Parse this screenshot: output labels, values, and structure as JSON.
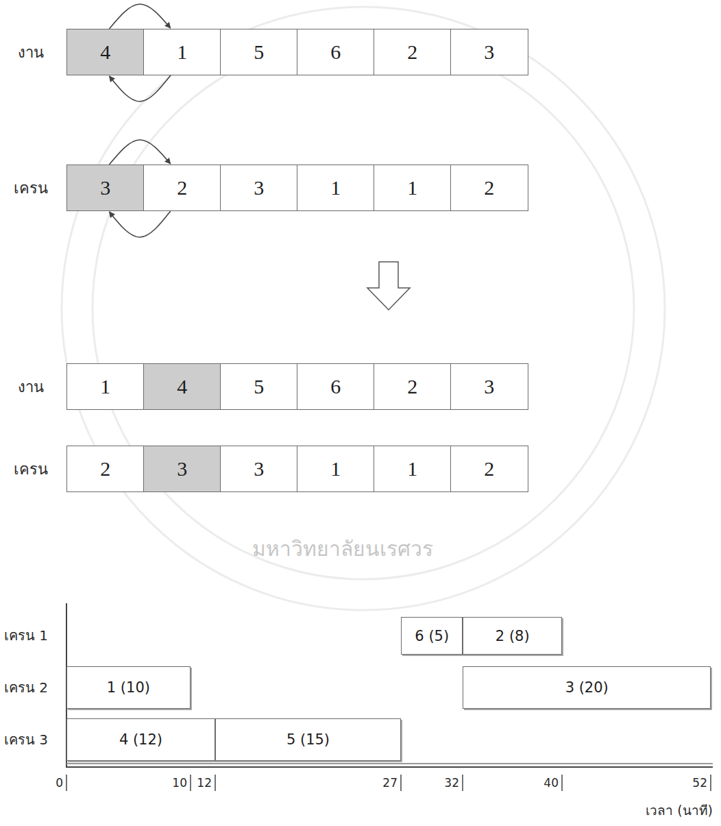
{
  "diagram": {
    "nodes": [
      {
        "text": [
          "4"
        ]
      },
      {
        "text": [
          "1"
        ]
      },
      {
        "text": [
          "5"
        ]
      },
      {
        "text": [
          "6"
        ]
      },
      {
        "text": [
          "2"
        ]
      },
      {
        "text": [
          "3"
        ]
      },
      {
        "text": [
          "3"
        ]
      },
      {
        "text": [
          "2"
        ]
      },
      {
        "text": [
          "3"
        ]
      },
      {
        "text": [
          "1"
        ]
      },
      {
        "text": [
          "1"
        ]
      },
      {
        "text": [
          "2"
        ]
      },
      {
        "text": [
          "1"
        ]
      },
      {
        "text": [
          "4"
        ]
      },
      {
        "text": [
          "5"
        ]
      },
      {
        "text": [
          "6"
        ]
      },
      {
        "text": [
          "2"
        ]
      },
      {
        "text": [
          "3"
        ]
      },
      {
        "text": [
          "2"
        ]
      },
      {
        "text": [
          "3"
        ]
      },
      {
        "text": [
          "3"
        ]
      },
      {
        "text": [
          "1"
        ]
      },
      {
        "text": [
          "1"
        ]
      },
      {
        "text": [
          "2"
        ]
      },
      {
        "text": [
          "6 (5)"
        ]
      },
      {
        "text": [
          "2 (8)"
        ]
      },
      {
        "text": [
          "1 (10)"
        ]
      },
      {
        "text": [
          "3 (20)"
        ]
      },
      {
        "text": [
          "4 (12)"
        ]
      },
      {
        "text": [
          "5 (15)"
        ]
      }
    ],
    "edges": [
      {
        "from": 0,
        "to": 1,
        "arrow": "to"
      },
      {
        "from": 1,
        "to": 0,
        "arrow": "to"
      },
      {
        "from": 6,
        "to": 7,
        "arrow": "to"
      },
      {
        "from": 7,
        "to": 6,
        "arrow": "to"
      }
    ],
    "labels": [
      "งาน",
      "เครน",
      "งาน",
      "เครน",
      "เครน 1",
      "เครน 2",
      "เครน 3",
      "0",
      "10",
      "12",
      "27",
      "32",
      "40",
      "52",
      "เวลา (นาที)",
      "มหาวิทยาลัยนเรศวร"
    ]
  }
}
